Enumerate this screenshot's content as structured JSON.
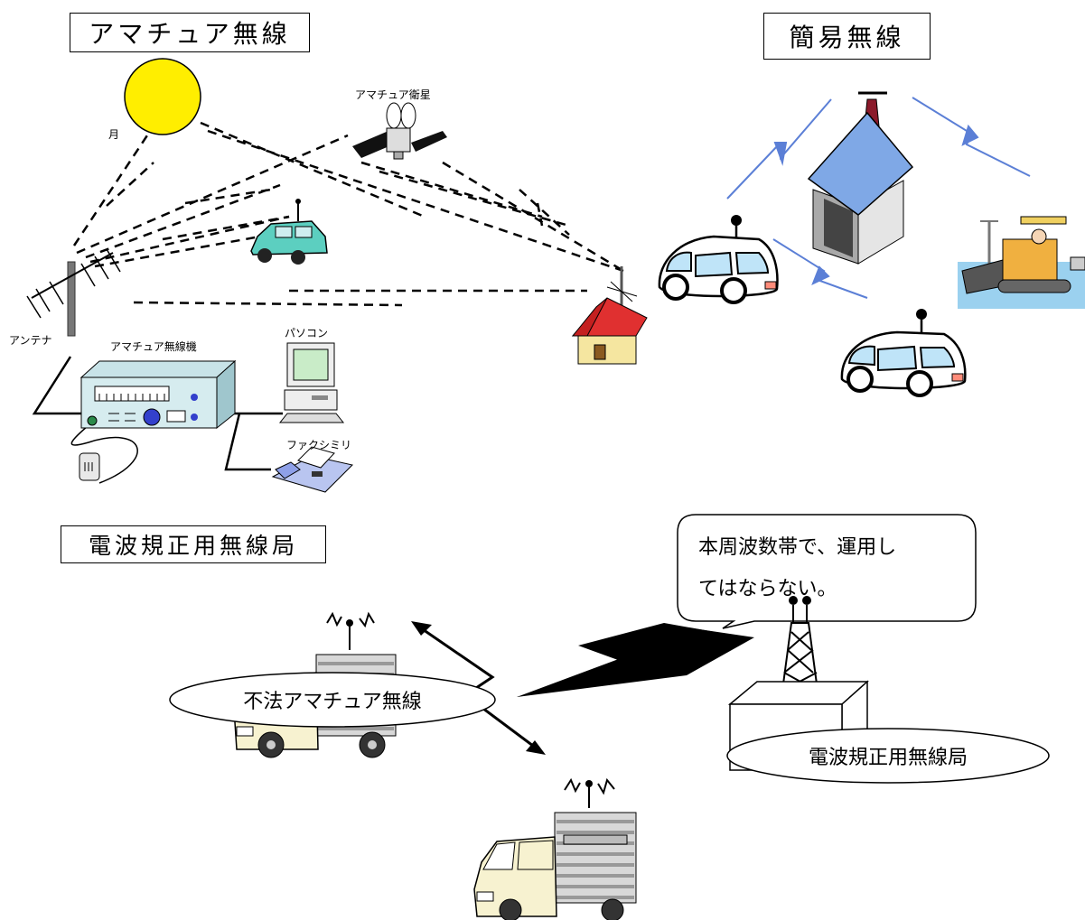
{
  "titles": {
    "amateur": "アマチュア無線",
    "simple": "簡易無線",
    "regulation": "電波規正用無線局"
  },
  "labels": {
    "moon": "月",
    "satellite": "アマチュア衛星",
    "antenna": "アンテナ",
    "radio": "アマチュア無線機",
    "pc": "パソコン",
    "fax": "ファクシミリ"
  },
  "callout": {
    "line1": "本周波数帯で、運用し",
    "line2": "てはならない。"
  },
  "ovals": {
    "illegal": "不法アマチュア無線",
    "station": "電波規正用無線局"
  },
  "colors": {
    "moon": "#ffee00",
    "lightning": "#5b7fd6",
    "house_roof": "#e03030",
    "house_wall": "#f5e6a0",
    "car": "#5ccfc0",
    "hut_roof": "#7fa8e6",
    "bolt": "#000000"
  }
}
